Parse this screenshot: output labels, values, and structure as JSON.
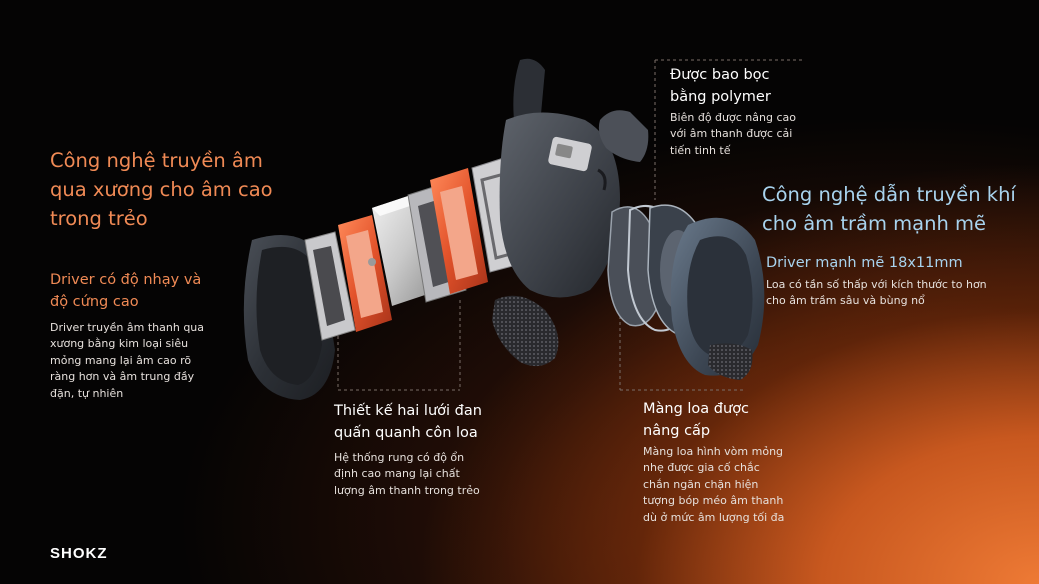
{
  "left_block": {
    "headline": [
      "Công nghệ truyền âm",
      "qua xương cho âm cao",
      "trong trẻo"
    ],
    "subtitle": [
      "Driver có độ nhạy và",
      "độ cứng cao"
    ],
    "description": [
      "Driver truyền âm thanh qua",
      "xương bằng kim loại siêu",
      "mỏng mang lại âm cao rõ",
      "ràng hơn và âm trung đầy",
      "đặn, tự nhiên"
    ]
  },
  "top_callout": {
    "title": [
      "Được bao bọc",
      "bằng polymer"
    ],
    "description": [
      "Biên độ được nâng cao",
      "với âm thanh được cải",
      "tiến tinh tế"
    ]
  },
  "right_block": {
    "headline": [
      "Công nghệ dẫn truyền khí",
      "cho âm trầm mạnh mẽ"
    ],
    "subtitle": "Driver mạnh mẽ 18x11mm",
    "description": [
      "Loa  có tần số thấp với kích thước to hơn",
      "cho âm trầm sâu và bùng nổ"
    ]
  },
  "center_callout": {
    "title": [
      "Thiết kế hai lưới đan",
      "quấn quanh côn loa"
    ],
    "description": [
      "Hệ thống rung có độ ổn",
      "định cao mang lại chất",
      "lượng âm thanh trong trẻo"
    ]
  },
  "bottom_right_callout": {
    "title": [
      "Màng loa được",
      "nâng cấp"
    ],
    "description": [
      "Màng loa hình vòm mỏng",
      "nhẹ được gia cố chắc",
      "chắn ngăn chặn hiện",
      "tượng bóp méo âm thanh",
      "dù ở mức âm lượng tối đa"
    ]
  },
  "brand": {
    "logo_text": "SHOKZ"
  },
  "colors": {
    "accent_orange": "#f08a55",
    "accent_blue": "#a8d3ee",
    "background": "#050404"
  }
}
